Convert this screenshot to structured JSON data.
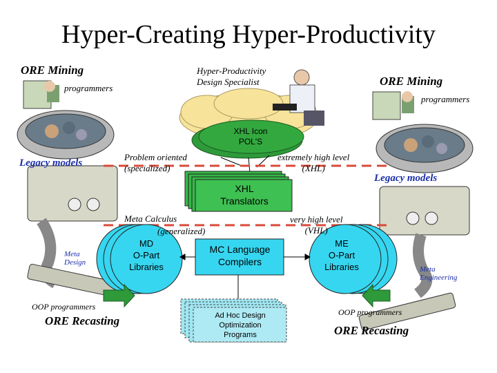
{
  "title": "Hyper-Creating Hyper-Productivity",
  "left": {
    "ore_mining": "ORE Mining",
    "programmers": "programmers",
    "legacy_models": "Legacy models",
    "meta_design": [
      "Meta",
      "Design"
    ],
    "oop_programmers": "OOP programmers",
    "ore_recasting": "ORE Recasting"
  },
  "right": {
    "ore_mining": "ORE Mining",
    "programmers": "programmers",
    "legacy_models": "Legacy models",
    "meta_engineering": [
      "Meta",
      "Engineering"
    ],
    "oop_programmers": "OOP programmers",
    "ore_recasting": "ORE Recasting"
  },
  "center": {
    "specialist": [
      "Hyper-Productivity",
      "Design Specialist"
    ],
    "xhl_icon": [
      "XHL Icon",
      "POL'S"
    ],
    "problem_oriented": [
      "Problem oriented",
      "(specialized)"
    ],
    "extremely_high": [
      "extremely high level",
      "(XHL)"
    ],
    "xhl_translators": [
      "XHL",
      "Translators"
    ],
    "meta_calculus": [
      "Meta Calculus",
      "(generalized)"
    ],
    "very_high": [
      "very high level",
      "(VHL)"
    ],
    "md_libraries": [
      "MD",
      "O-Part",
      "Libraries"
    ],
    "mc_compilers": [
      "MC Language",
      "Compilers"
    ],
    "me_libraries": [
      "ME",
      "O-Part",
      "Libraries"
    ],
    "adhoc": [
      "Ad Hoc Design",
      "Optimization",
      "Programs"
    ]
  },
  "colors": {
    "cloud": "#f7e39a",
    "green": "#2e9a3a",
    "cyan": "#36d6f0",
    "lightcyan": "#9fe7f2",
    "dash": "#d94a3a",
    "blue": "#1a2ea8"
  }
}
